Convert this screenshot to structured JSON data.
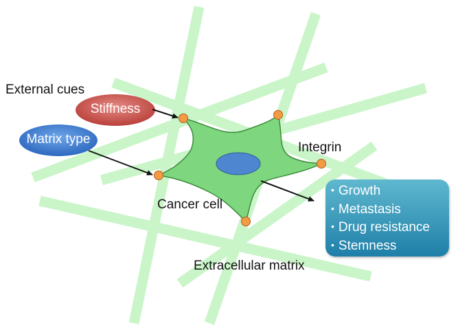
{
  "diagram": {
    "external_cues_label": "External cues",
    "stiffness_label": "Stiffness",
    "matrix_type_label": "Matrix type",
    "integrin_label": "Integrin",
    "cancer_cell_label": "Cancer cell",
    "extracellular_matrix_label": "Extracellular matrix",
    "outcomes": [
      "Growth",
      "Metastasis",
      "Drug resistance",
      "Stemness"
    ],
    "colors": {
      "fiber": "#c9f5c9",
      "cell_fill": "#7ed67e",
      "cell_stroke": "#3c8a3c",
      "nucleus": "#4f86d0",
      "integrin": "#f39a45",
      "stiffness": "#c9524c",
      "matrix_type": "#3f7fd0",
      "outcome_box": "#2a8ab3"
    }
  }
}
